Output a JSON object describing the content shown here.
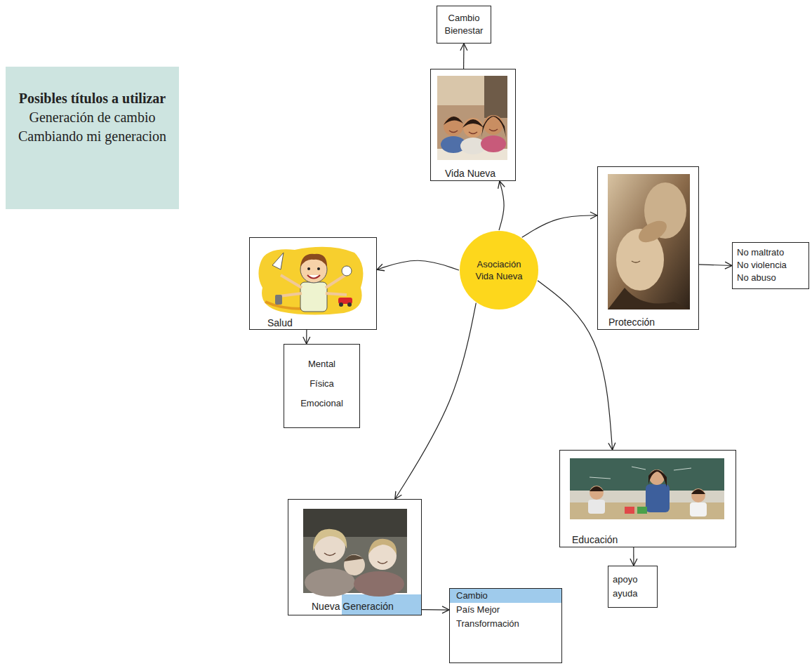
{
  "diagram": {
    "nodes": [
      {
        "text": [
          "Posibles títulos a utilizar",
          "Generación de cambio",
          "Cambiando mi generacion"
        ]
      },
      {
        "text": [
          "Cambio",
          "Bienestar"
        ]
      },
      {
        "text": [
          "Vida Nueva"
        ]
      },
      {
        "text": [
          "Protección"
        ]
      },
      {
        "text": [
          "No maltrato",
          "No violencia",
          "No abuso"
        ]
      },
      {
        "text": [
          "Salud"
        ]
      },
      {
        "text": [
          "Asociación Vida Nueva"
        ]
      },
      {
        "text": [
          "Mental",
          "Física",
          "Emocional"
        ]
      },
      {
        "text": [
          "Educación"
        ]
      },
      {
        "text": [
          "Nueva Generación"
        ]
      },
      {
        "text": [
          "Cambio",
          "País Mejor",
          "Transformación"
        ]
      },
      {
        "text": [
          "apoyo",
          "ayuda"
        ]
      }
    ],
    "edges": [
      {
        "from": 6,
        "to": 2,
        "arrow": "to"
      },
      {
        "from": 6,
        "to": 3,
        "arrow": "to"
      },
      {
        "from": 6,
        "to": 5,
        "arrow": "to"
      },
      {
        "from": 6,
        "to": 8,
        "arrow": "to"
      },
      {
        "from": 6,
        "to": 9,
        "arrow": "to"
      },
      {
        "from": 2,
        "to": 1,
        "arrow": "to"
      },
      {
        "from": 3,
        "to": 4,
        "arrow": "to"
      },
      {
        "from": 5,
        "to": 7,
        "arrow": "to"
      },
      {
        "from": 8,
        "to": 11,
        "arrow": "to"
      },
      {
        "from": 9,
        "to": 10,
        "arrow": "to"
      }
    ]
  }
}
